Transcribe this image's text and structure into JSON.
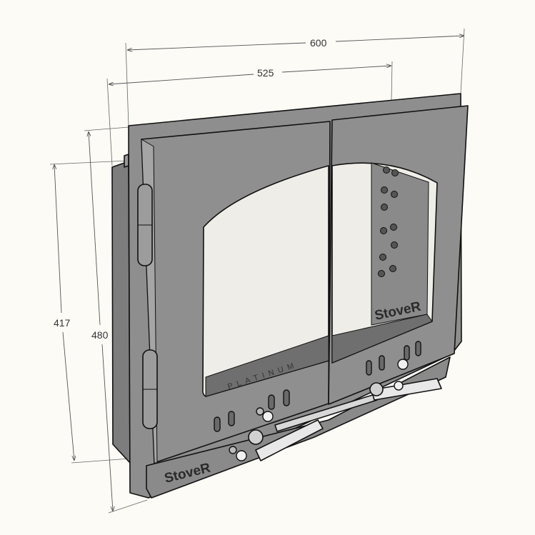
{
  "dimensions": {
    "width_outer": "600",
    "width_inner": "525",
    "height_inner": "417",
    "height_outer": "480"
  },
  "branding": {
    "logo_bottom": "StoveR",
    "logo_glass": "StoveR",
    "engraving": "PLATINUM"
  },
  "colors": {
    "background": "#fcfbf6",
    "metal": "#8e8e8e",
    "glass": "#eeede7"
  }
}
